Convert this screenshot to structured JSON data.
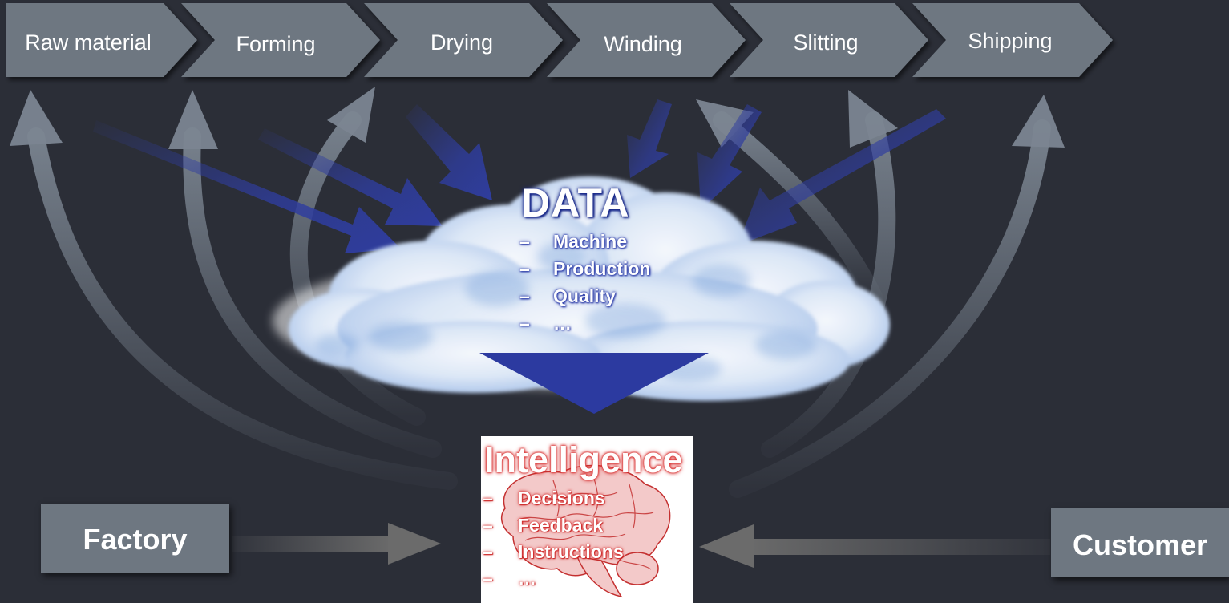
{
  "process_steps": [
    "Raw material",
    "Forming",
    "Drying",
    "Winding",
    "Slitting",
    "Shipping"
  ],
  "data_cloud": {
    "title": "DATA",
    "items": [
      "Machine",
      "Production",
      "Quality",
      "…"
    ],
    "dash": "–"
  },
  "intelligence": {
    "title": "Intelligence",
    "items": [
      "Decisions",
      "Feedback",
      "Instructions",
      "…"
    ],
    "dash": "–"
  },
  "factory_label": "Factory",
  "customer_label": "Customer",
  "colors": {
    "background": "#2b2e37",
    "step_fill": "#6e7781",
    "grey_arrow": "#7b8591",
    "blue_arrow": "#2f3d9e",
    "funnel": "#2c3aa0",
    "cloud_blue": "#6f9bd8",
    "brain_red": "#d83030"
  }
}
